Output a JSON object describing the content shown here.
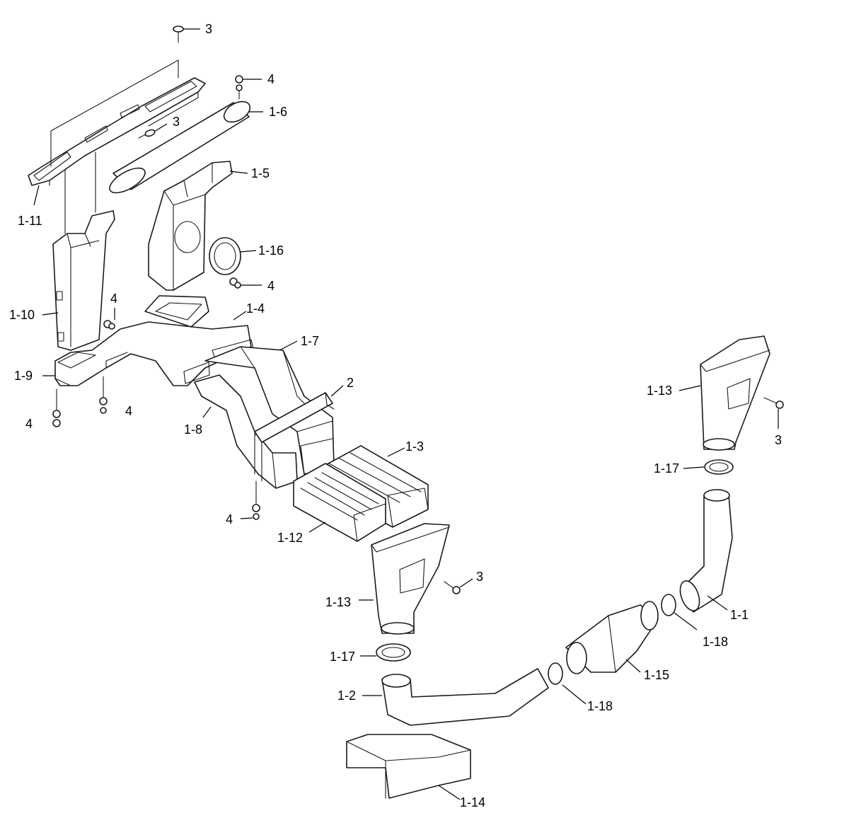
{
  "diagram": {
    "type": "exploded-parts-view",
    "callouts": [
      {
        "id": "c-3-top",
        "text": "3"
      },
      {
        "id": "c-4-top",
        "text": "4"
      },
      {
        "id": "c-1-6",
        "text": "1-6"
      },
      {
        "id": "c-3-mid",
        "text": "3"
      },
      {
        "id": "c-1-5",
        "text": "1-5"
      },
      {
        "id": "c-1-11",
        "text": "1-11"
      },
      {
        "id": "c-1-16",
        "text": "1-16"
      },
      {
        "id": "c-4-duct",
        "text": "4"
      },
      {
        "id": "c-1-10",
        "text": "1-10"
      },
      {
        "id": "c-4-left",
        "text": "4"
      },
      {
        "id": "c-1-4",
        "text": "1-4"
      },
      {
        "id": "c-1-7",
        "text": "1-7"
      },
      {
        "id": "c-1-9",
        "text": "1-9"
      },
      {
        "id": "c-2",
        "text": "2"
      },
      {
        "id": "c-4-bottom-a",
        "text": "4"
      },
      {
        "id": "c-4-bottom-b",
        "text": "4"
      },
      {
        "id": "c-1-8",
        "text": "1-8"
      },
      {
        "id": "c-1-13-right",
        "text": "1-13"
      },
      {
        "id": "c-3-right",
        "text": "3"
      },
      {
        "id": "c-1-3",
        "text": "1-3"
      },
      {
        "id": "c-1-17-right",
        "text": "1-17"
      },
      {
        "id": "c-4-lower",
        "text": "4"
      },
      {
        "id": "c-1-12",
        "text": "1-12"
      },
      {
        "id": "c-3-lower",
        "text": "3"
      },
      {
        "id": "c-1-13-left",
        "text": "1-13"
      },
      {
        "id": "c-1-1",
        "text": "1-1"
      },
      {
        "id": "c-1-18-right",
        "text": "1-18"
      },
      {
        "id": "c-1-17-left",
        "text": "1-17"
      },
      {
        "id": "c-1-15",
        "text": "1-15"
      },
      {
        "id": "c-1-2",
        "text": "1-2"
      },
      {
        "id": "c-1-18-left",
        "text": "1-18"
      },
      {
        "id": "c-1-14",
        "text": "1-14"
      }
    ]
  }
}
